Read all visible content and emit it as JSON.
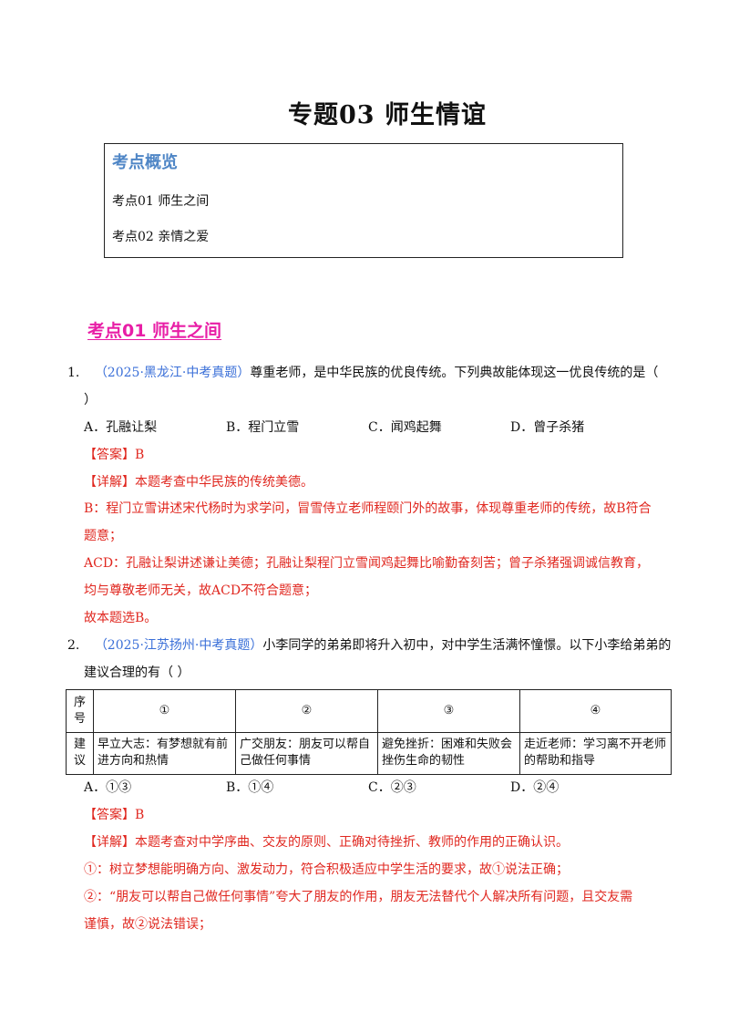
{
  "title": "专题03  师生情谊",
  "overview": {
    "heading": "考点概览",
    "items": [
      "考点01  师生之间",
      "考点02  亲情之爱"
    ]
  },
  "section1": {
    "heading": "考点01  师生之间"
  },
  "q1": {
    "num": "1.",
    "source": "（2025·黑龙江·中考真题）",
    "stem": "尊重老师，是中华民族的优良传统。下列典故能体现这一优良传统的是（",
    "stem_end": "）",
    "options": [
      "A．孔融让梨",
      "B．程门立雪",
      "C．闻鸡起舞",
      "D．曾子杀猪"
    ],
    "answer_tag": "【答案】",
    "answer": "B",
    "detail_tag": "【详解】",
    "detail": "本题考查中华民族的传统美德。",
    "lines": [
      "B：程门立雪讲述宋代杨时为求学问，冒雪侍立老师程颐门外的故事，体现尊重老师的传统，故B符合",
      "题意；",
      "ACD：孔融让梨讲述谦让美德；孔融让梨程门立雪闻鸡起舞比喻勤奋刻苦；曾子杀猪强调诚信教育，",
      "均与尊敬老师无关，故ACD不符合题意；",
      "故本题选B。"
    ]
  },
  "q2": {
    "num": "2.",
    "source": "（2025·江苏扬州·中考真题）",
    "stem": "小李同学的弟弟即将升入初中，对中学生活满怀憧憬。以下小李给弟弟的",
    "stem2": "建议合理的有（      ）",
    "table": {
      "header_side": "序号",
      "headers": [
        "①",
        "②",
        "③",
        "④"
      ],
      "row_side": "建议",
      "cells": [
        "早立大志：有梦想就有前进方向和热情",
        "广交朋友：朋友可以帮自己做任何事情",
        "避免挫折：困难和失败会挫伤生命的韧性",
        "走近老师：学习离不开老师的帮助和指导"
      ]
    },
    "options": [
      "A．①③",
      "B．①④",
      "C．②③",
      "D．②④"
    ],
    "answer_tag": "【答案】",
    "answer": "B",
    "detail_tag": "【详解】",
    "detail": "本题考查对中学序曲、交友的原则、正确对待挫折、教师的作用的正确认识。",
    "lines": [
      "①：树立梦想能明确方向、激发动力，符合积极适应中学生活的要求，故①说法正确；",
      "②：“朋友可以帮自己做任何事情”夸大了朋友的作用，朋友无法替代个人解决所有问题，且交友需",
      "谨慎，故②说法错误；"
    ]
  }
}
